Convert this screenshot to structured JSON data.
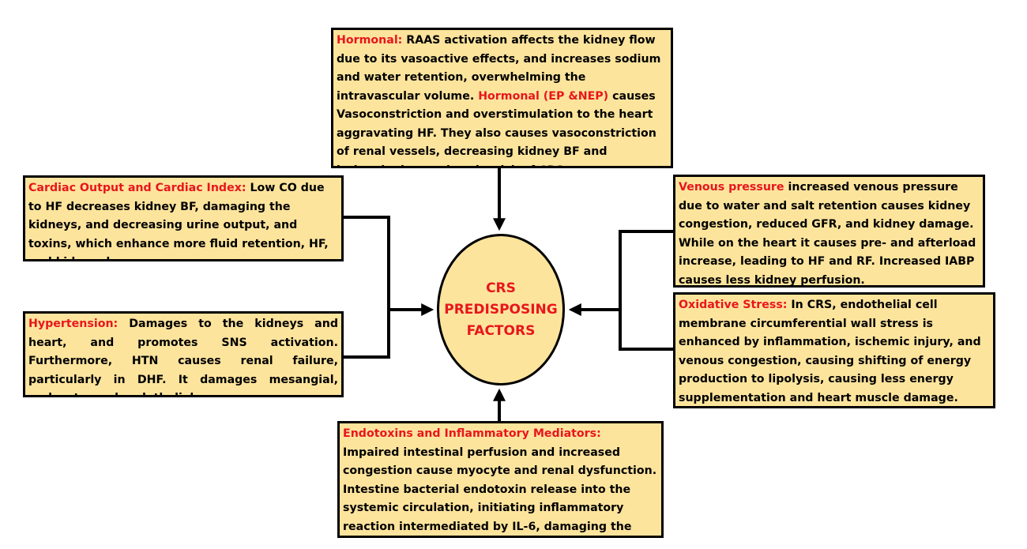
{
  "center": {
    "title": "CRS\nPREDISPOSING\nFACTORS"
  },
  "boxes": {
    "hormonal": {
      "label1": "Hormonal:",
      "text1": " RAAS activation affects the kidney flow due to its vasoactive effects, and increases sodium and water retention, overwhelming the intravascular volume.",
      "label2": "Hormonal (EP &NEP)",
      "text2": " causes Vasoconstriction and overstimulation to the heart aggravating HF. They also causes vasoconstriction of renal vessels, decreasing kidney BF and ischemia, increasing the risk of CRS."
    },
    "cardiac": {
      "label": "Cardiac Output and Cardiac Index:",
      "text": " Low CO due to HF decreases kidney BF, damaging the kidneys, and decreasing urine output, and toxins, which enhance more fluid retention, HF, and kidney damage."
    },
    "hypertension": {
      "label": "Hypertension:",
      "text": " Damages to the kidneys and heart, and promotes SNS activation. Furthermore, HTN causes renal failure, particularly in DHF. It damages mesangial, podocyte, and endothelial."
    },
    "venous": {
      "label": "Venous pressure",
      "text": " increased venous pressure due to water and salt retention causes kidney congestion, reduced GFR, and kidney damage. While on the heart it causes pre- and afterload increase, leading to HF and RF. Increased IABP causes less kidney perfusion."
    },
    "oxidative": {
      "label": "Oxidative Stress:",
      "text": " In CRS, endothelial cell membrane circumferential wall stress is enhanced by inflammation, ischemic injury, and venous congestion, causing shifting of energy production to lipolysis, causing less energy supplementation and heart muscle damage."
    },
    "endotoxins": {
      "label": "Endotoxins and Inflammatory Mediators:",
      "text": " Impaired intestinal perfusion and increased congestion cause myocyte and renal dysfunction. Intestine bacterial endotoxin release into the systemic circulation, initiating  inflammatory reaction intermediated by IL-6, damaging the heart and kidney."
    }
  },
  "colors": {
    "box_fill": "#fde49c",
    "label": "#e8161d",
    "border": "#000000"
  }
}
